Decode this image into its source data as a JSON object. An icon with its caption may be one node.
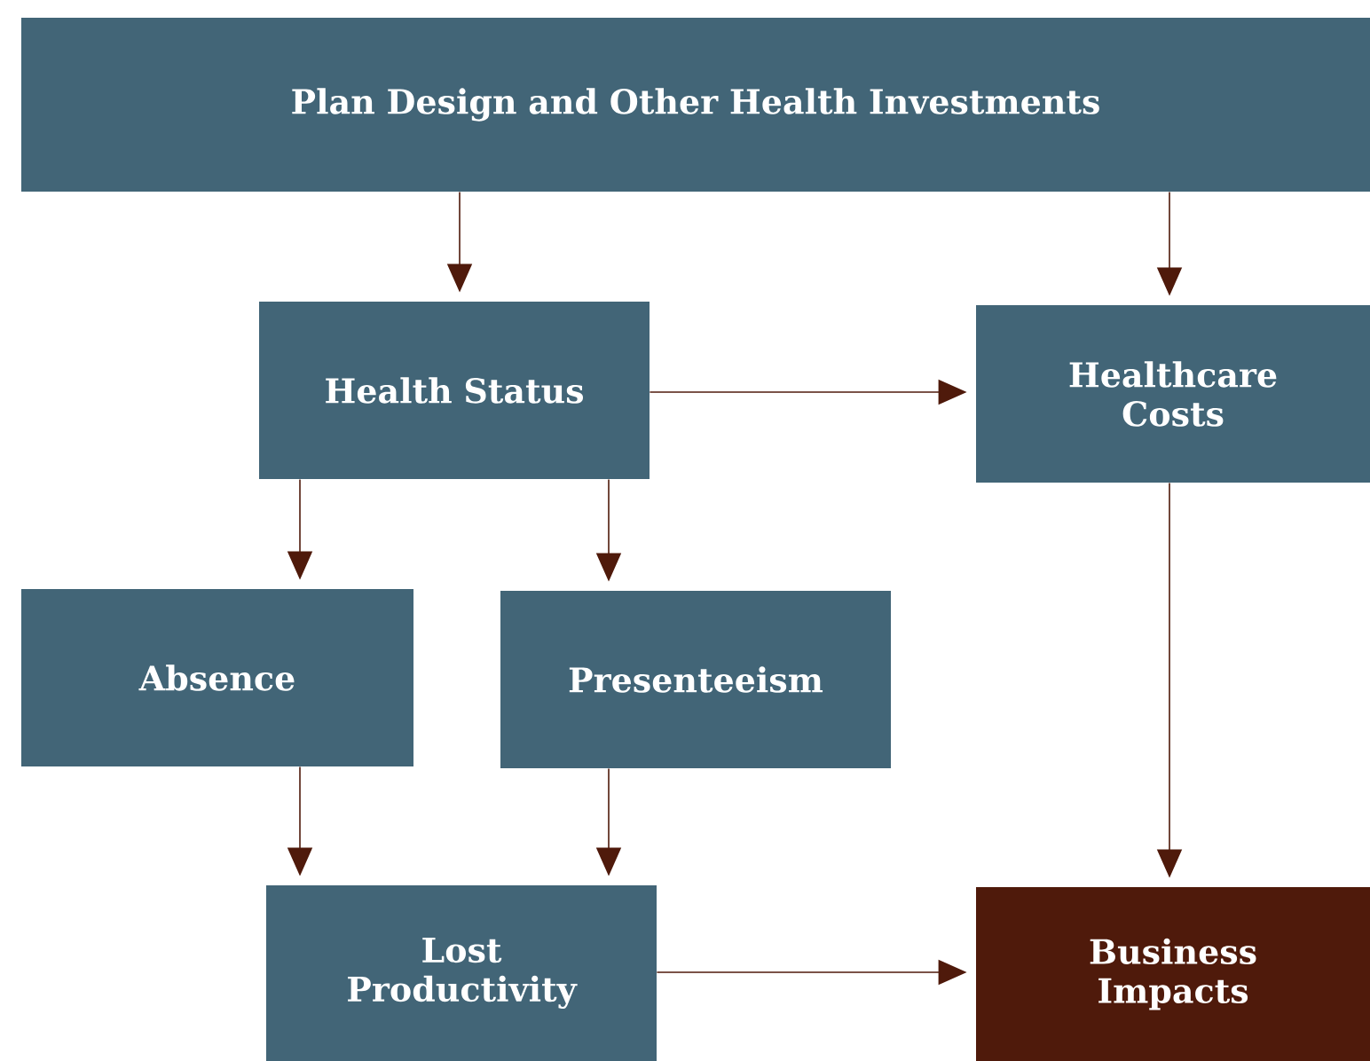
{
  "diagram": {
    "nodes": [
      {
        "text": [
          "Plan Design and Other Health Investments"
        ]
      },
      {
        "text": [
          "Health Status"
        ]
      },
      {
        "text": [
          "Healthcare Costs"
        ]
      },
      {
        "text": [
          "Absence"
        ]
      },
      {
        "text": [
          "Presenteeism"
        ]
      },
      {
        "text": [
          "Lost Productivity"
        ]
      },
      {
        "text": [
          "Business Impacts"
        ]
      }
    ],
    "edges": [
      {
        "from": 0,
        "to": 1,
        "arrow": "to"
      },
      {
        "from": 0,
        "to": 2,
        "arrow": "to"
      },
      {
        "from": 1,
        "to": 2,
        "arrow": "to"
      },
      {
        "from": 1,
        "to": 3,
        "arrow": "to"
      },
      {
        "from": 1,
        "to": 4,
        "arrow": "to"
      },
      {
        "from": 3,
        "to": 5,
        "arrow": "to"
      },
      {
        "from": 4,
        "to": 5,
        "arrow": "to"
      },
      {
        "from": 2,
        "to": 6,
        "arrow": "to"
      },
      {
        "from": 5,
        "to": 6,
        "arrow": "to"
      }
    ]
  }
}
